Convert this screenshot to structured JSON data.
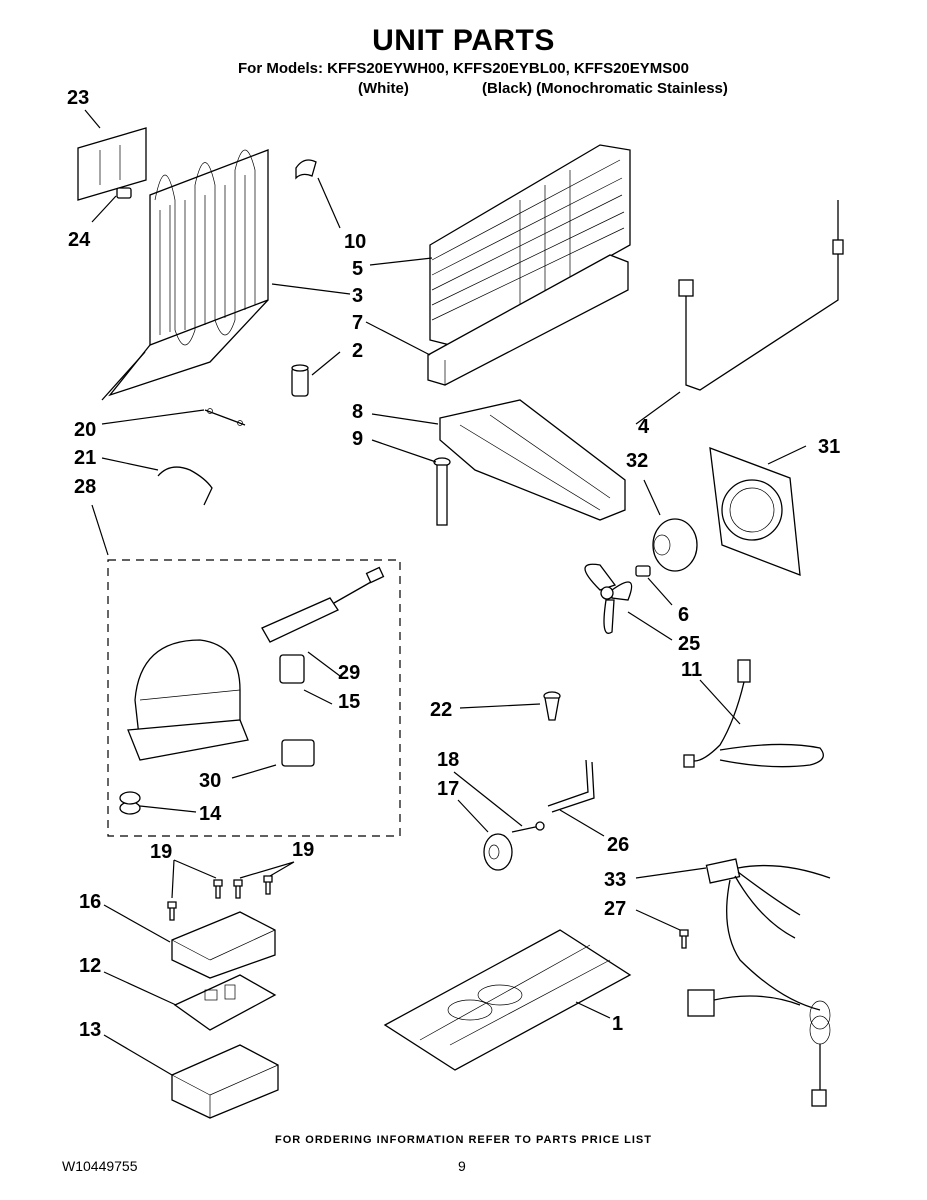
{
  "header": {
    "title": "UNIT PARTS",
    "models_line": "For Models: KFFS20EYWH00, KFFS20EYBL00, KFFS20EYMS00",
    "variant_white": "(White)",
    "variant_black_ms": "(Black) (Monochromatic Stainless)"
  },
  "footer": {
    "ordering_note": "FOR ORDERING INFORMATION REFER TO PARTS PRICE LIST",
    "doc_number": "W10449755",
    "page_number": "9"
  },
  "callouts": {
    "c1": "1",
    "c2": "2",
    "c3": "3",
    "c4": "4",
    "c5": "5",
    "c6": "6",
    "c7": "7",
    "c8": "8",
    "c9": "9",
    "c10": "10",
    "c11": "11",
    "c12": "12",
    "c13": "13",
    "c14": "14",
    "c15": "15",
    "c16": "16",
    "c17": "17",
    "c18": "18",
    "c19a": "19",
    "c19b": "19",
    "c20": "20",
    "c21": "21",
    "c22": "22",
    "c23": "23",
    "c24": "24",
    "c25": "25",
    "c26": "26",
    "c27": "27",
    "c28": "28",
    "c29": "29",
    "c30": "30",
    "c31": "31",
    "c32": "32",
    "c33": "33"
  }
}
